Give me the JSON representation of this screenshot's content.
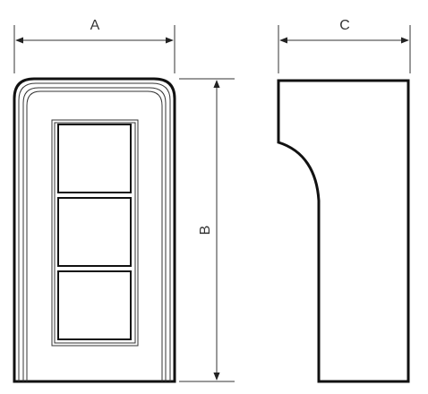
{
  "dimensions": {
    "a_label": "A",
    "b_label": "B",
    "c_label": "C"
  },
  "front_view": {
    "module_count": 3
  }
}
